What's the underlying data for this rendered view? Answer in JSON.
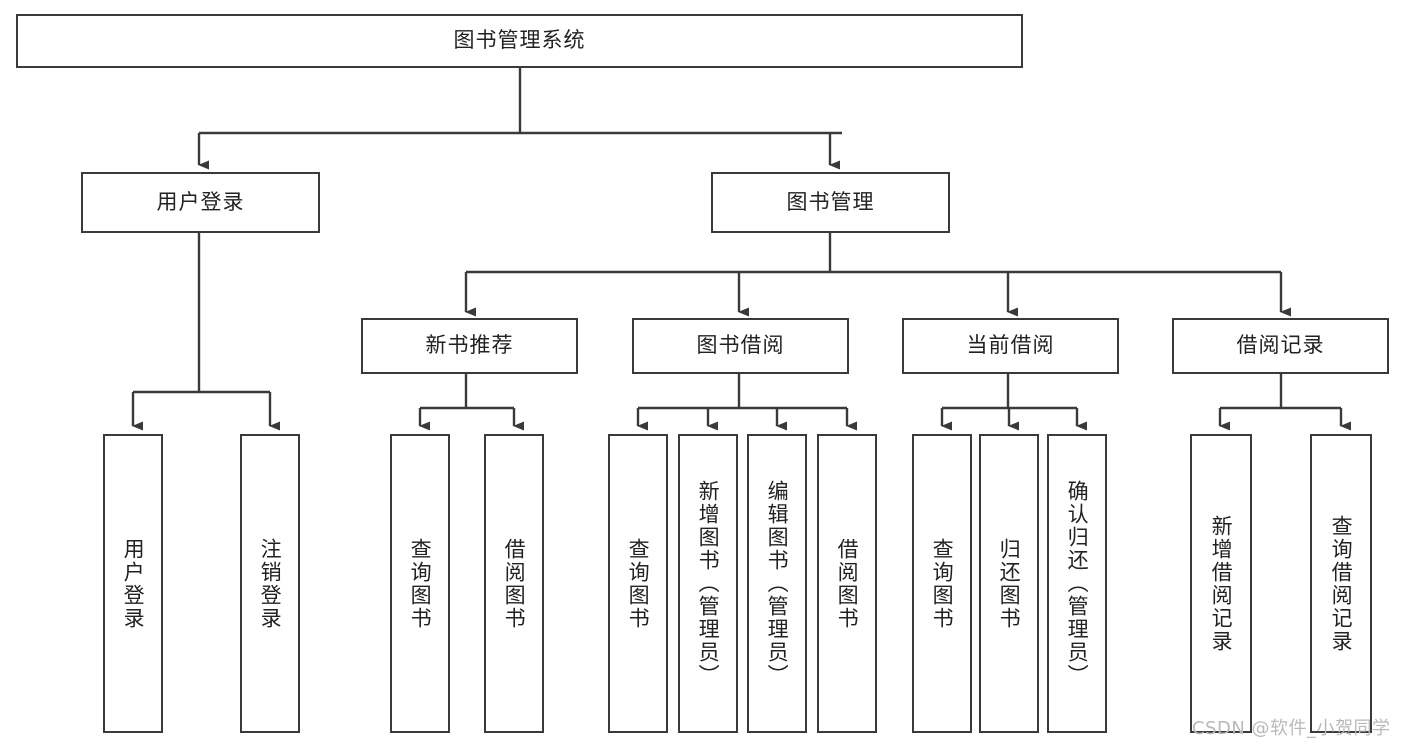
{
  "diagram": {
    "title": "图书管理系统",
    "type": "hierarchy-tree",
    "root": {
      "label": "图书管理系统",
      "name": "node-root-book-management-system"
    },
    "level1": [
      {
        "label": "用户登录",
        "name": "node-user-login"
      },
      {
        "label": "图书管理",
        "name": "node-book-management"
      }
    ],
    "level2": [
      {
        "label": "新书推荐",
        "name": "node-new-book-recommend"
      },
      {
        "label": "图书借阅",
        "name": "node-book-borrow"
      },
      {
        "label": "当前借阅",
        "name": "node-current-borrow"
      },
      {
        "label": "借阅记录",
        "name": "node-borrow-record"
      }
    ],
    "leaves": {
      "user_login": [
        {
          "label": "用户登录",
          "name": "leaf-user-login"
        },
        {
          "label": "注销登录",
          "name": "leaf-logout"
        }
      ],
      "new_book_recommend": [
        {
          "label": "查询图书",
          "name": "leaf-query-book-1"
        },
        {
          "label": "借阅图书",
          "name": "leaf-borrow-book-1"
        }
      ],
      "book_borrow": [
        {
          "label": "查询图书",
          "name": "leaf-query-book-2"
        },
        {
          "label": "新增图书（管理员）",
          "name": "leaf-add-book-admin"
        },
        {
          "label": "编辑图书（管理员）",
          "name": "leaf-edit-book-admin"
        },
        {
          "label": "借阅图书",
          "name": "leaf-borrow-book-2"
        }
      ],
      "current_borrow": [
        {
          "label": "查询图书",
          "name": "leaf-query-book-3"
        },
        {
          "label": "归还图书",
          "name": "leaf-return-book"
        },
        {
          "label": "确认归还（管理员）",
          "name": "leaf-confirm-return-admin"
        }
      ],
      "borrow_record": [
        {
          "label": "新增借阅记录",
          "name": "leaf-add-borrow-record"
        },
        {
          "label": "查询借阅记录",
          "name": "leaf-query-borrow-record"
        }
      ]
    }
  },
  "watermark": {
    "text": "CSDN @软件_小贺同学"
  },
  "colors": {
    "border": "#3a3a3a",
    "background": "#ffffff",
    "text": "#222222",
    "watermark": "#b9b9b9"
  }
}
